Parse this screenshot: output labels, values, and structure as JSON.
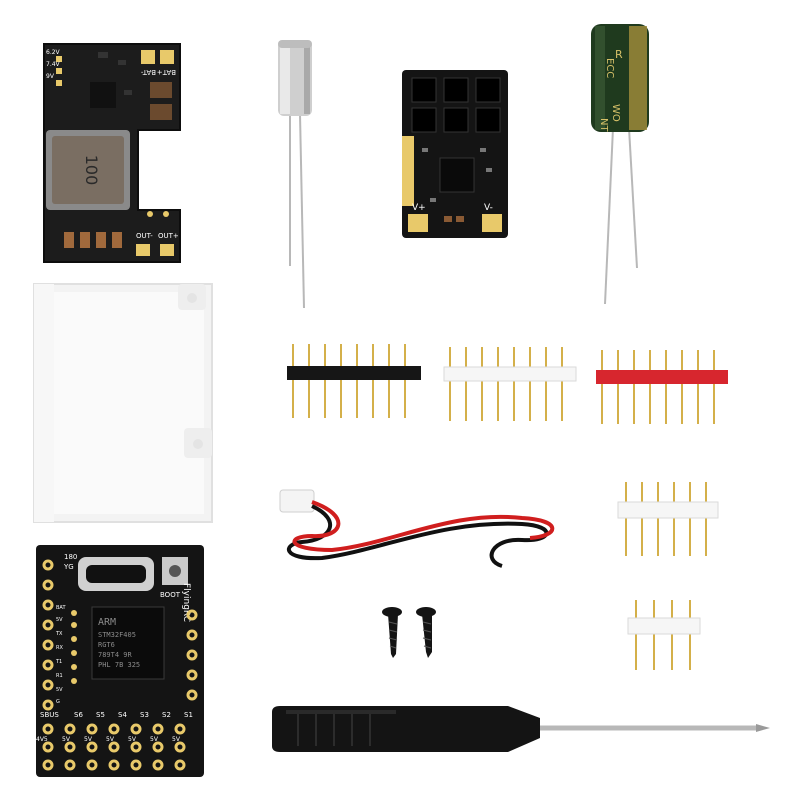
{
  "power_board": {
    "top_labels": [
      "6.2V",
      "7.4V",
      "9V"
    ],
    "bat_neg": "BAT-",
    "bat_pos": "BAT+",
    "inductor_code": "100",
    "out_neg": "OUT-",
    "out_pos": "OUT+"
  },
  "esc_board": {
    "v_pos": "V+",
    "v_neg": "V-"
  },
  "capacitor": {
    "brand_text": "ECC",
    "marking": "R",
    "bottom_text": "NT",
    "side_text": "WO"
  },
  "fc_board": {
    "brand": "FlyingRC",
    "chip_lines": [
      "ARM",
      "STM32F405",
      "RGT6",
      "789T4 9R",
      "PHL 7B 325"
    ],
    "header_labels": [
      "SBUS",
      "S1",
      "S2",
      "S3",
      "S4",
      "S5",
      "S6"
    ],
    "pin_left": [
      "BAT",
      "5V",
      "TX",
      "RX",
      "T1",
      "R1",
      "5V",
      "G"
    ],
    "pin_right": [
      "4V5",
      "5V",
      "5V",
      "5V",
      "5V",
      "5V",
      "5V"
    ],
    "top_labels": [
      "180",
      "YG",
      "BOOT"
    ]
  }
}
